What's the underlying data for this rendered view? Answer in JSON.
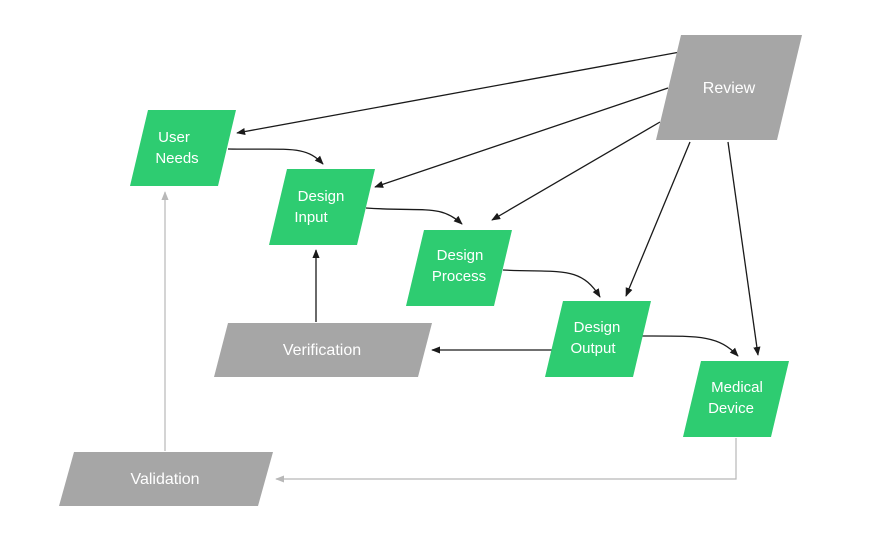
{
  "colors": {
    "green": "#2ecc71",
    "gray": "#a6a6a6",
    "arrow": "#1a1a1a",
    "feedback_arrow": "#b8b8b8",
    "text": "#ffffff"
  },
  "nodes": {
    "user_needs": {
      "line1": "User",
      "line2": "Needs"
    },
    "design_input": {
      "line1": "Design",
      "line2": "Input"
    },
    "design_process": {
      "line1": "Design",
      "line2": "Process"
    },
    "design_output": {
      "line1": "Design",
      "line2": "Output"
    },
    "medical_device": {
      "line1": "Medical",
      "line2": "Device"
    },
    "review": {
      "label": "Review"
    },
    "verification": {
      "label": "Verification"
    },
    "validation": {
      "label": "Validation"
    }
  }
}
